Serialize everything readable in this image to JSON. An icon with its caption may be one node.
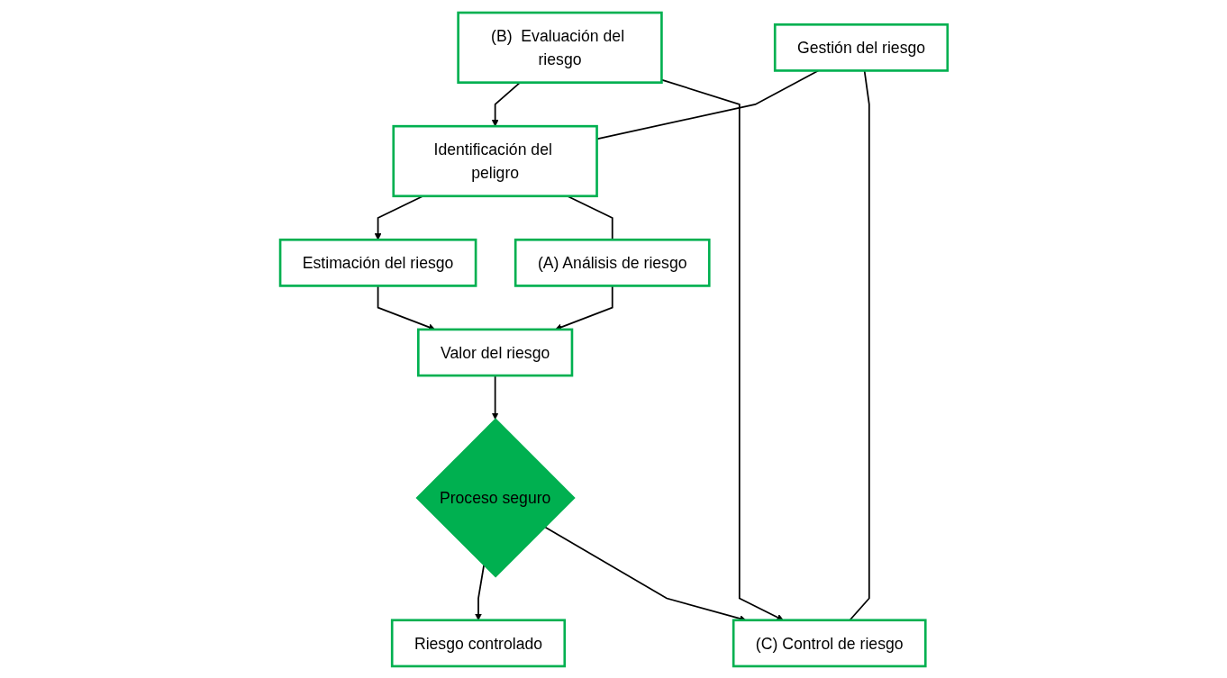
{
  "diagram": {
    "nodes": [
      {
        "text": [
          "Identificación del peligro"
        ]
      },
      {
        "text": [
          "(A) Análisis de riesgo"
        ]
      },
      {
        "text": [
          "Estimación del riesgo"
        ]
      },
      {
        "text": [
          "(B)  Evaluación del riesgo"
        ]
      },
      {
        "text": [
          "Valor del riesgo"
        ]
      },
      {
        "text": [
          "Gestión del riesgo"
        ]
      },
      {
        "text": [
          "Proceso seguro"
        ]
      },
      {
        "text": [
          "Riesgo controlado"
        ]
      },
      {
        "text": [
          "(C) Control de riesgo"
        ]
      }
    ],
    "edges": [
      {
        "from": 0,
        "to": 2,
        "arrow": "to"
      },
      {
        "from": 2,
        "to": 4,
        "arrow": "to"
      },
      {
        "from": 0,
        "to": 1,
        "arrow": "none"
      },
      {
        "from": 1,
        "to": 4,
        "arrow": "to"
      },
      {
        "from": 3,
        "to": 0,
        "arrow": "to"
      },
      {
        "from": 3,
        "to": 8,
        "arrow": "to"
      },
      {
        "from": 4,
        "to": 6,
        "arrow": "to"
      },
      {
        "from": 6,
        "to": 7,
        "arrow": "to"
      },
      {
        "from": 6,
        "to": 8,
        "arrow": "to"
      },
      {
        "from": 5,
        "to": 0,
        "arrow": "none"
      },
      {
        "from": 5,
        "to": 8,
        "arrow": "none"
      }
    ]
  }
}
